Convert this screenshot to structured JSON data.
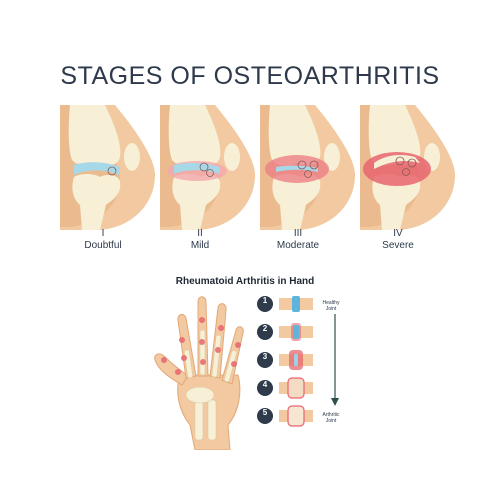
{
  "title": "STAGES OF OSTEOARTHRITIS",
  "stages": [
    {
      "numeral": "I",
      "name": "Doubtful"
    },
    {
      "numeral": "II",
      "name": "Mild"
    },
    {
      "numeral": "III",
      "name": "Moderate"
    },
    {
      "numeral": "IV",
      "name": "Severe"
    }
  ],
  "hand_section": {
    "title": "Rheumatoid Arthritis in Hand",
    "steps": [
      "1",
      "2",
      "3",
      "4",
      "5"
    ],
    "top_label": "Healthy Joint",
    "bottom_label": "Arthritic Joint"
  },
  "colors": {
    "skin": "#f2c9a0",
    "skin_dark": "#e2a877",
    "bone": "#f7efd6",
    "cartilage": "#a7d8e8",
    "inflammation": "#e8656f",
    "text": "#2e3a4b",
    "badge": "#2f3b4a",
    "arrow": "#2f4f4f"
  }
}
